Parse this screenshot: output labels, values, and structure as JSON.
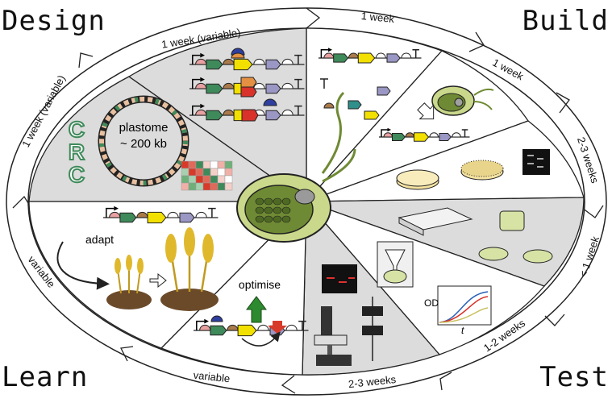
{
  "corners": {
    "design": "Design",
    "build": "Build",
    "test": "Test",
    "learn": "Learn"
  },
  "ring_labels": {
    "top_left": "1 week (variable)",
    "top_right": "1 week",
    "upper_right": "1 week",
    "right_upper": "2-3 weeks",
    "right_lower": "< 1 week",
    "lower_right": "1-2 weeks",
    "bottom_right": "2-3 weeks",
    "bottom_left": "variable",
    "left_lower": "variable",
    "left_upper": "1 week (variable)"
  },
  "panels": {
    "plastome_line1": "plastome",
    "plastome_line2": "~ 200 kb",
    "crc_logo": "CRC",
    "adapt": "adapt",
    "optimise": "optimise",
    "od_label": "OD",
    "time_label": "t"
  },
  "colors": {
    "segment_gray": "#dcdcdc",
    "segment_white": "#ffffff",
    "cell_green": "#c9d88a",
    "chloroplast": "#6f8a34",
    "outline": "#222222",
    "promoter_black": "#000000",
    "gene_green": "#3f8a5a",
    "gene_teal": "#2f8f8a",
    "rbs_brown": "#a97a4a",
    "rbs_pink": "#e8a0a0",
    "gene_yellow": "#f2e000",
    "gene_purple": "#9a97c4",
    "gene_orange": "#e39042",
    "gene_red": "#d8322a",
    "blue_cap": "#2f3f9f",
    "wheat": "#e0b82c",
    "soil": "#6b4a2a",
    "arrow_green": "#2e8a2e",
    "arrow_red": "#d83a2a"
  }
}
